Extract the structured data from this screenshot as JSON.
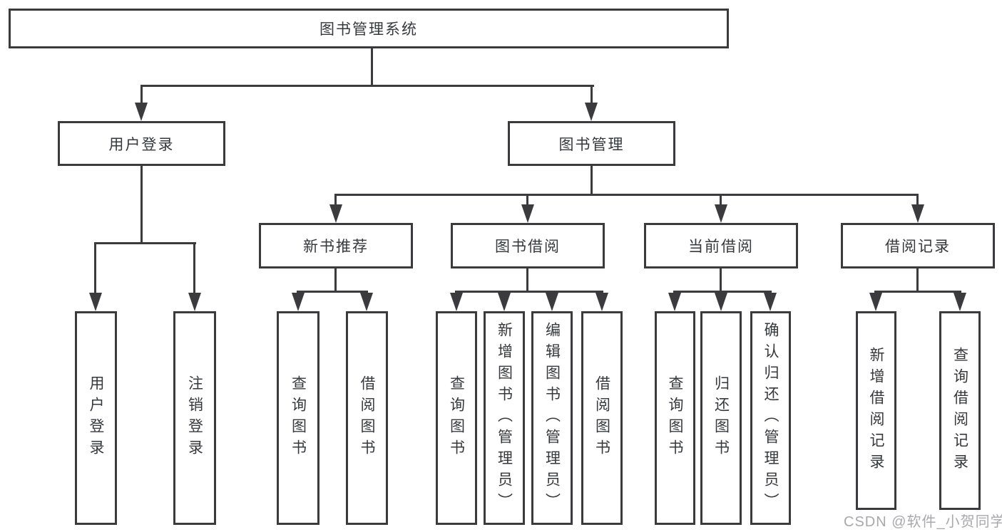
{
  "tree": {
    "label": "图书管理系统",
    "children": [
      {
        "label": "用户登录",
        "children": [
          {
            "label": "用户登录"
          },
          {
            "label": "注销登录"
          }
        ]
      },
      {
        "label": "图书管理",
        "children": [
          {
            "label": "新书推荐",
            "children": [
              {
                "label": "查询图书"
              },
              {
                "label": "借阅图书"
              }
            ]
          },
          {
            "label": "图书借阅",
            "children": [
              {
                "label": "查询图书"
              },
              {
                "label": "新增图书（管理员）"
              },
              {
                "label": "编辑图书（管理员）"
              },
              {
                "label": "借阅图书"
              }
            ]
          },
          {
            "label": "当前借阅",
            "children": [
              {
                "label": "查询图书"
              },
              {
                "label": "归还图书"
              },
              {
                "label": "确认归还（管理员）"
              }
            ]
          },
          {
            "label": "借阅记录",
            "children": [
              {
                "label": "新增借阅记录"
              },
              {
                "label": "查询借阅记录"
              }
            ]
          }
        ]
      }
    ]
  },
  "watermark": "CSDN @软件_小贺同学",
  "colors": {
    "line": "#3b3b3e",
    "text": "#37383c",
    "watermark": "#a8a8ad",
    "background": "#ffffff"
  }
}
